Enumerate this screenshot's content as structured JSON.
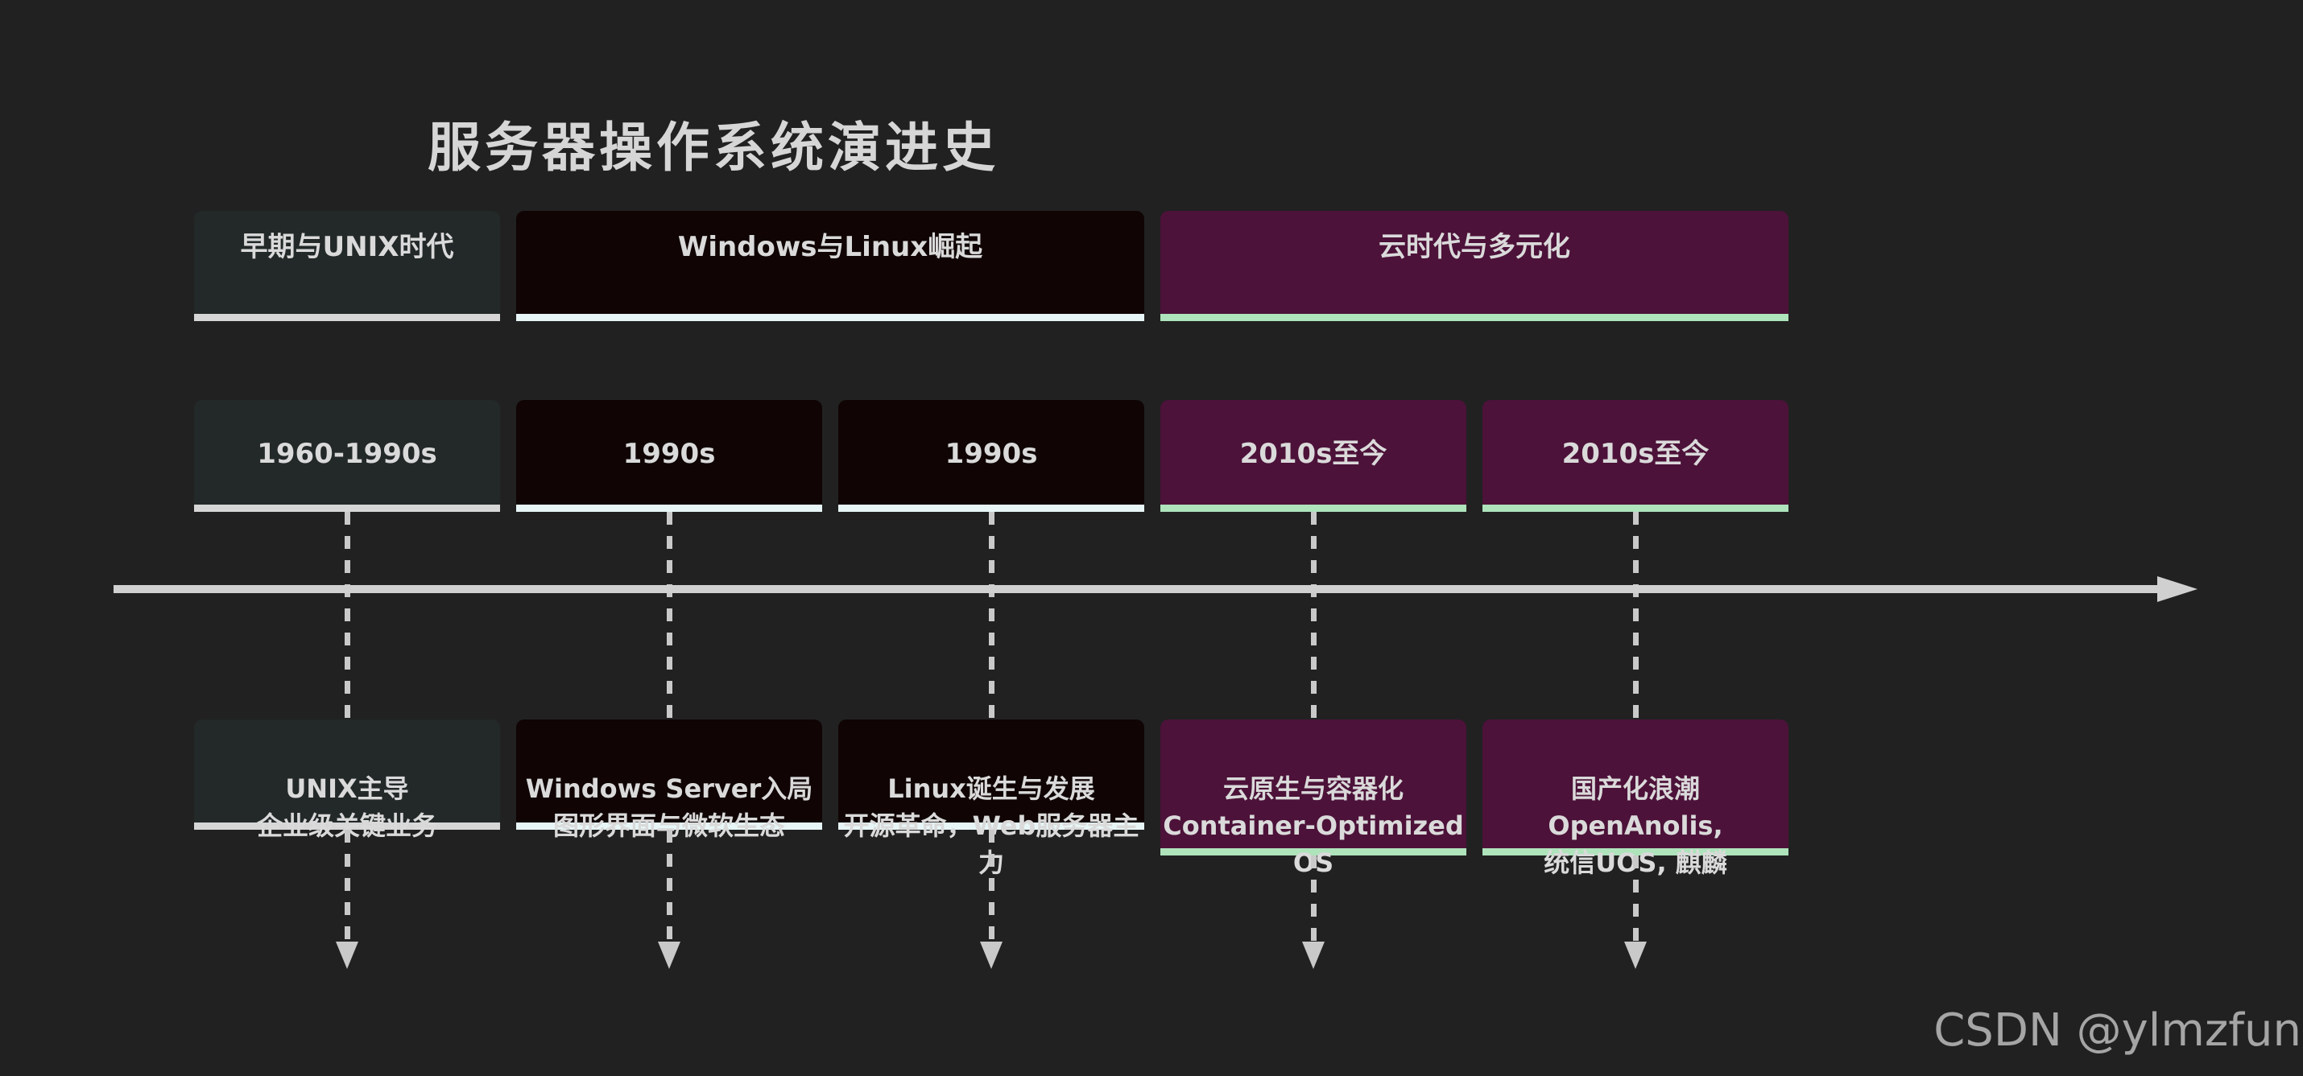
{
  "title": "服务器操作系统演进史",
  "watermark": "CSDN @ylmzfun",
  "colors": {
    "background": "#212121",
    "text": "#dadada",
    "title_text": "#d6d6d6",
    "era_unix_bg": "#232928",
    "era_windows_linux_bg": "#100404",
    "era_cloud_bg": "#4c1239",
    "accent_gray_border": "#d6d6d6",
    "accent_pale_blue_border": "#e7f5f6",
    "accent_green_border": "#aee3bb",
    "axis_color": "#d0d0d0",
    "dash_color": "#c9c9c9",
    "watermark_color": "#a5a5a5"
  },
  "timeline": {
    "eras": [
      {
        "label": "早期与UNIX时代",
        "columns": "1",
        "theme": "gray"
      },
      {
        "label": "Windows与Linux崛起",
        "columns": "2-3",
        "theme": "dark"
      },
      {
        "label": "云时代与多元化",
        "columns": "4-5",
        "theme": "purple"
      }
    ],
    "periods": [
      {
        "date": "1960-1990s",
        "description": "UNIX主导\n企业级关键业务",
        "theme": "gray"
      },
      {
        "date": "1990s",
        "description": "Windows Server入局\n图形界面与微软生态",
        "theme": "dark"
      },
      {
        "date": "1990s",
        "description": "Linux诞生与发展\n开源革命，Web服务器主力",
        "theme": "dark"
      },
      {
        "date": "2010s至今",
        "description": "云原生与容器化\nContainer-Optimized\nOS",
        "theme": "purple"
      },
      {
        "date": "2010s至今",
        "description": "国产化浪潮\nOpenAnolis,\n统信UOS, 麒麟",
        "theme": "purple"
      }
    ]
  }
}
